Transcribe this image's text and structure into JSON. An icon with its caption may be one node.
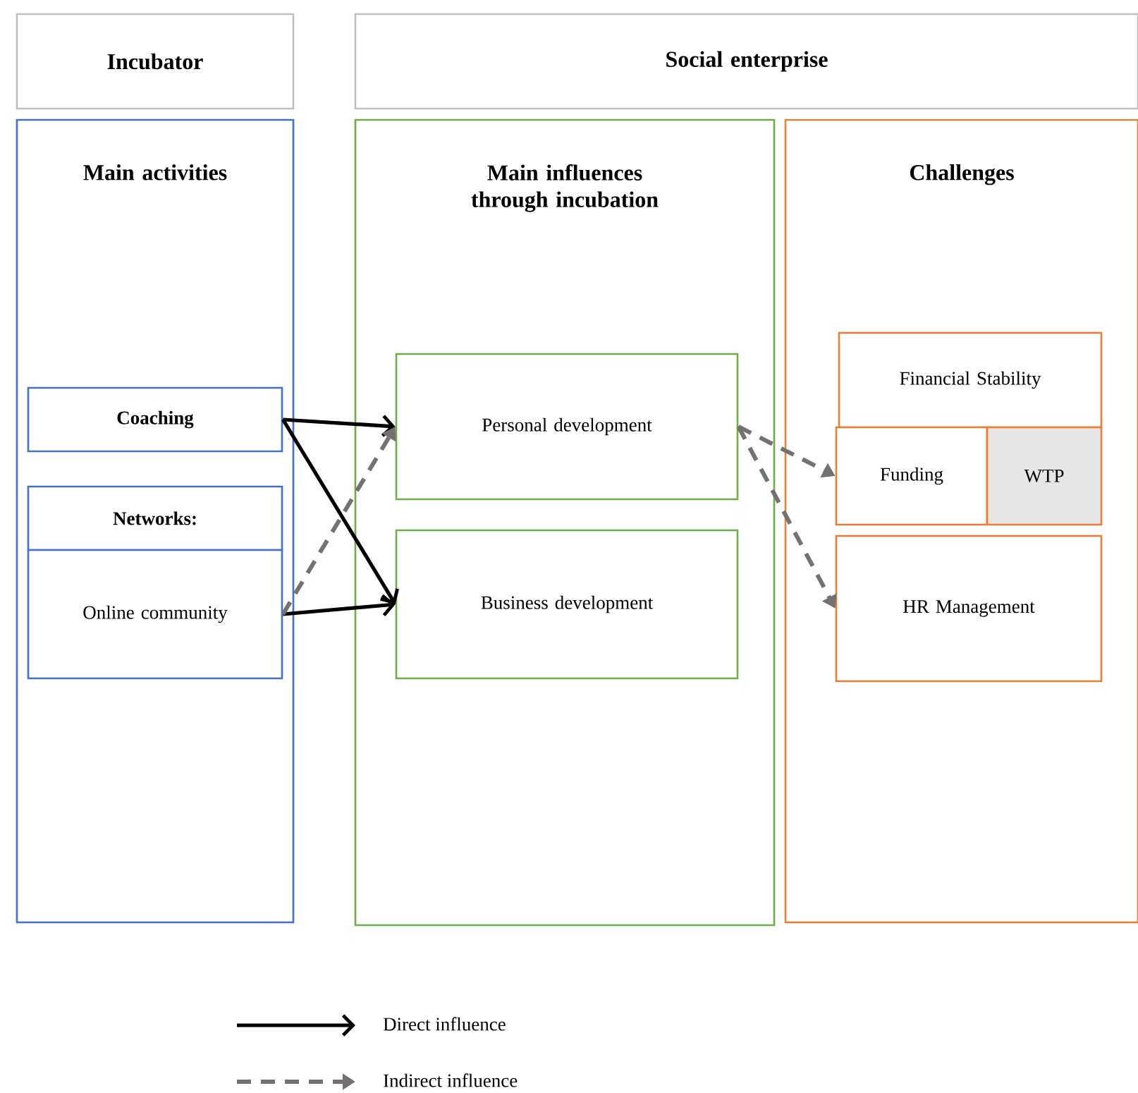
{
  "diagram": {
    "nodes": [
      {
        "text": [
          "Incubator"
        ]
      },
      {
        "text": [
          "Social enterprise"
        ]
      },
      {
        "text": [
          "Main activities"
        ]
      },
      {
        "text": [
          "Main influences through incubation"
        ]
      },
      {
        "text": [
          "Challenges"
        ]
      },
      {
        "text": [
          "Coaching"
        ],
        "in": 2
      },
      {
        "text": [
          "Networks:"
        ],
        "in": 2
      },
      {
        "text": [
          "Online community"
        ],
        "in": 2
      },
      {
        "text": [
          "Personal development"
        ],
        "in": 3
      },
      {
        "text": [
          "Business development"
        ],
        "in": 3
      },
      {
        "text": [
          "Financial Stability"
        ],
        "in": 4
      },
      {
        "text": [
          "Funding"
        ],
        "in": 4
      },
      {
        "text": [
          "WTP"
        ],
        "in": 4
      },
      {
        "text": [
          "HR Management"
        ],
        "in": 4
      }
    ],
    "edges": [
      {
        "from": 5,
        "to": 8,
        "arrow": "to"
      },
      {
        "from": 5,
        "to": 9,
        "arrow": "to"
      },
      {
        "from": 7,
        "to": 9,
        "arrow": "to"
      },
      {
        "from": 7,
        "to": 8,
        "arrow": "to",
        "style": "dashed",
        "color": "#767171"
      },
      {
        "from": 8,
        "to": 11,
        "arrow": "to",
        "style": "dashed",
        "color": "#767171"
      },
      {
        "from": 8,
        "to": 13,
        "arrow": "to",
        "style": "dashed",
        "color": "#767171"
      }
    ],
    "legend": [
      {
        "text": "Direct influence"
      },
      {
        "text": "Indirect influence"
      }
    ]
  }
}
